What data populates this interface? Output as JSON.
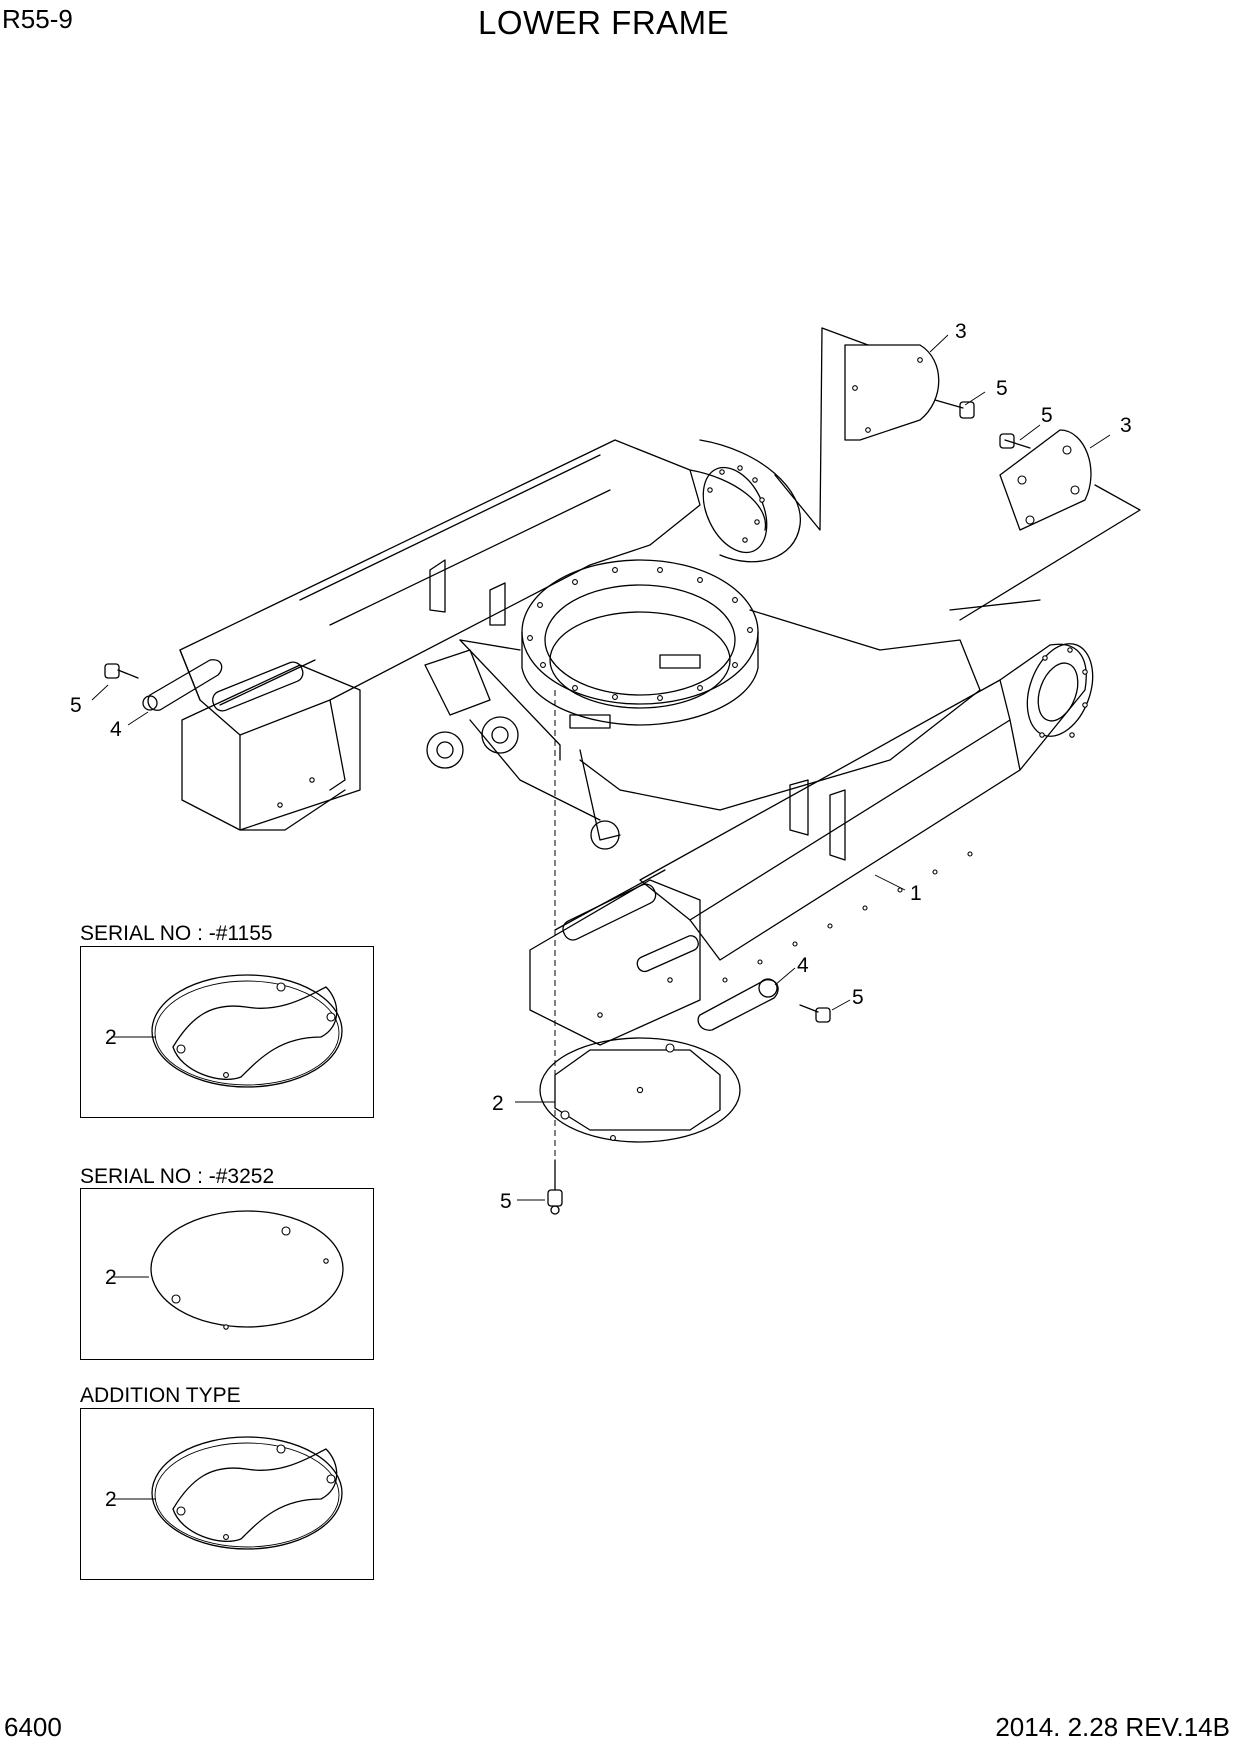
{
  "header": {
    "model": "R55-9",
    "title": "LOWER FRAME"
  },
  "footer": {
    "page": "6400",
    "revision": "2014. 2.28  REV.14B"
  },
  "callouts": {
    "lower_frame": "1",
    "cover_plate": "2",
    "cover": "3",
    "link": "4",
    "bolt": "5"
  },
  "variants": [
    {
      "caption": "SERIAL NO : -#1155",
      "part": "2"
    },
    {
      "caption": "SERIAL NO : -#3252",
      "part": "2"
    },
    {
      "caption": "ADDITION TYPE",
      "part": "2"
    }
  ]
}
